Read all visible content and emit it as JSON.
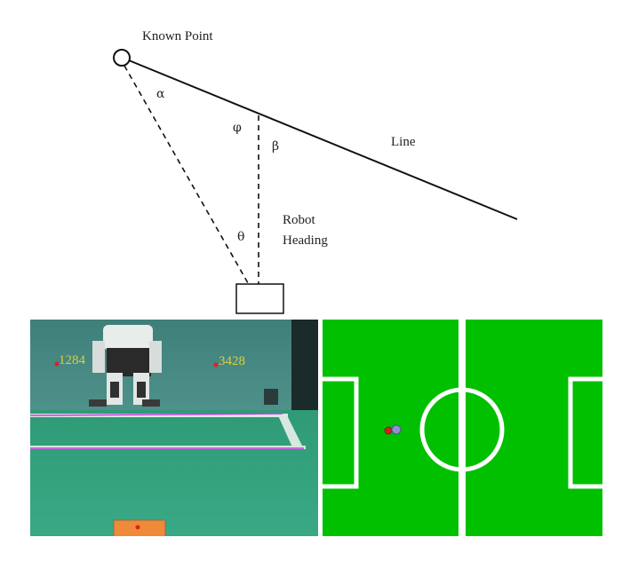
{
  "diagram": {
    "known_point_label": "Known Point",
    "line_label": "Line",
    "robot_heading_label": [
      "Robot",
      "Heading"
    ],
    "angle_alpha": "α",
    "angle_phi": "φ",
    "angle_beta": "β",
    "angle_theta": "θ"
  },
  "camera_view": {
    "marker_labels": [
      "1284",
      "3428"
    ],
    "colors": {
      "label": "#d8d040",
      "marker": "#dd2222",
      "field_line": "#c040e0"
    }
  },
  "field_map": {
    "colors": {
      "grass": "#00c000",
      "lines": "#ffffff",
      "robot_estimate_red": "#cc2222",
      "robot_estimate_purple": "#9090d0"
    }
  }
}
